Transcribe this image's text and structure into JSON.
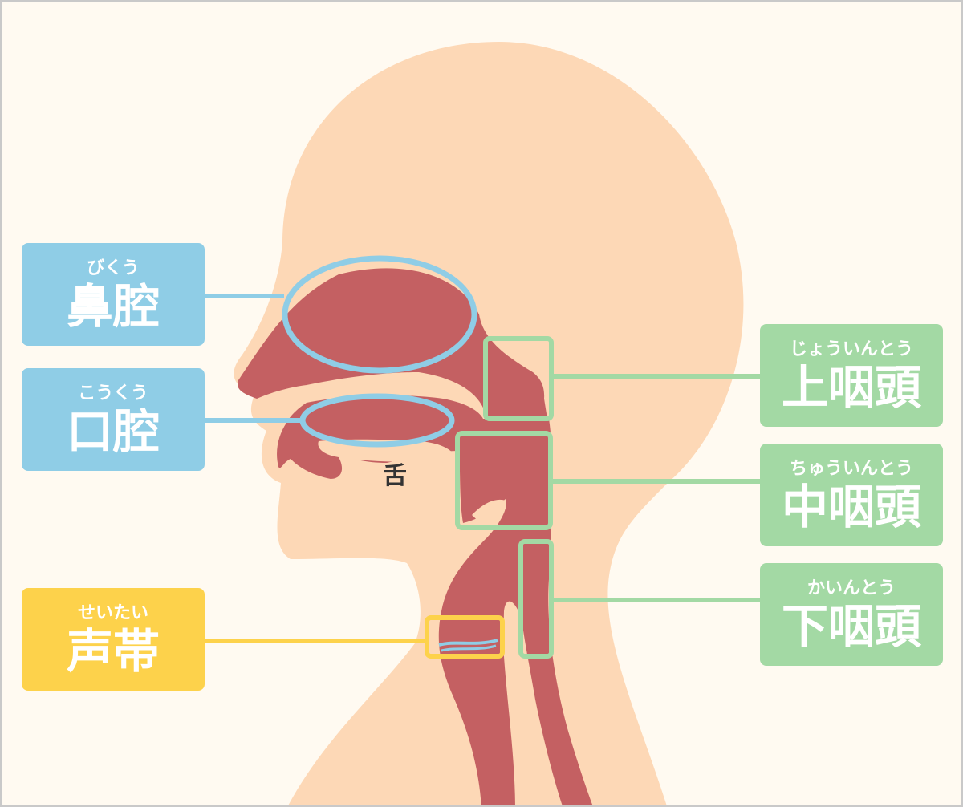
{
  "labels": {
    "nasal_cavity": {
      "ruby": "びくう",
      "text": "鼻腔"
    },
    "oral_cavity": {
      "ruby": "こうくう",
      "text": "口腔"
    },
    "vocal_cords": {
      "ruby": "せいたい",
      "text": "声帯"
    },
    "epipharynx": {
      "ruby": "じょういんとう",
      "text": "上咽頭"
    },
    "mesopharynx": {
      "ruby": "ちゅういんとう",
      "text": "中咽頭"
    },
    "hypopharynx": {
      "ruby": "かいんとう",
      "text": "下咽頭"
    }
  },
  "tongue_label": "舌",
  "colors": {
    "background": "#fffaf1",
    "skin": "#fdd8b6",
    "tissue": "#c46062",
    "blue_accent": "#8fcde6",
    "green_accent": "#a3d9a4",
    "yellow_accent": "#fdd24b"
  }
}
